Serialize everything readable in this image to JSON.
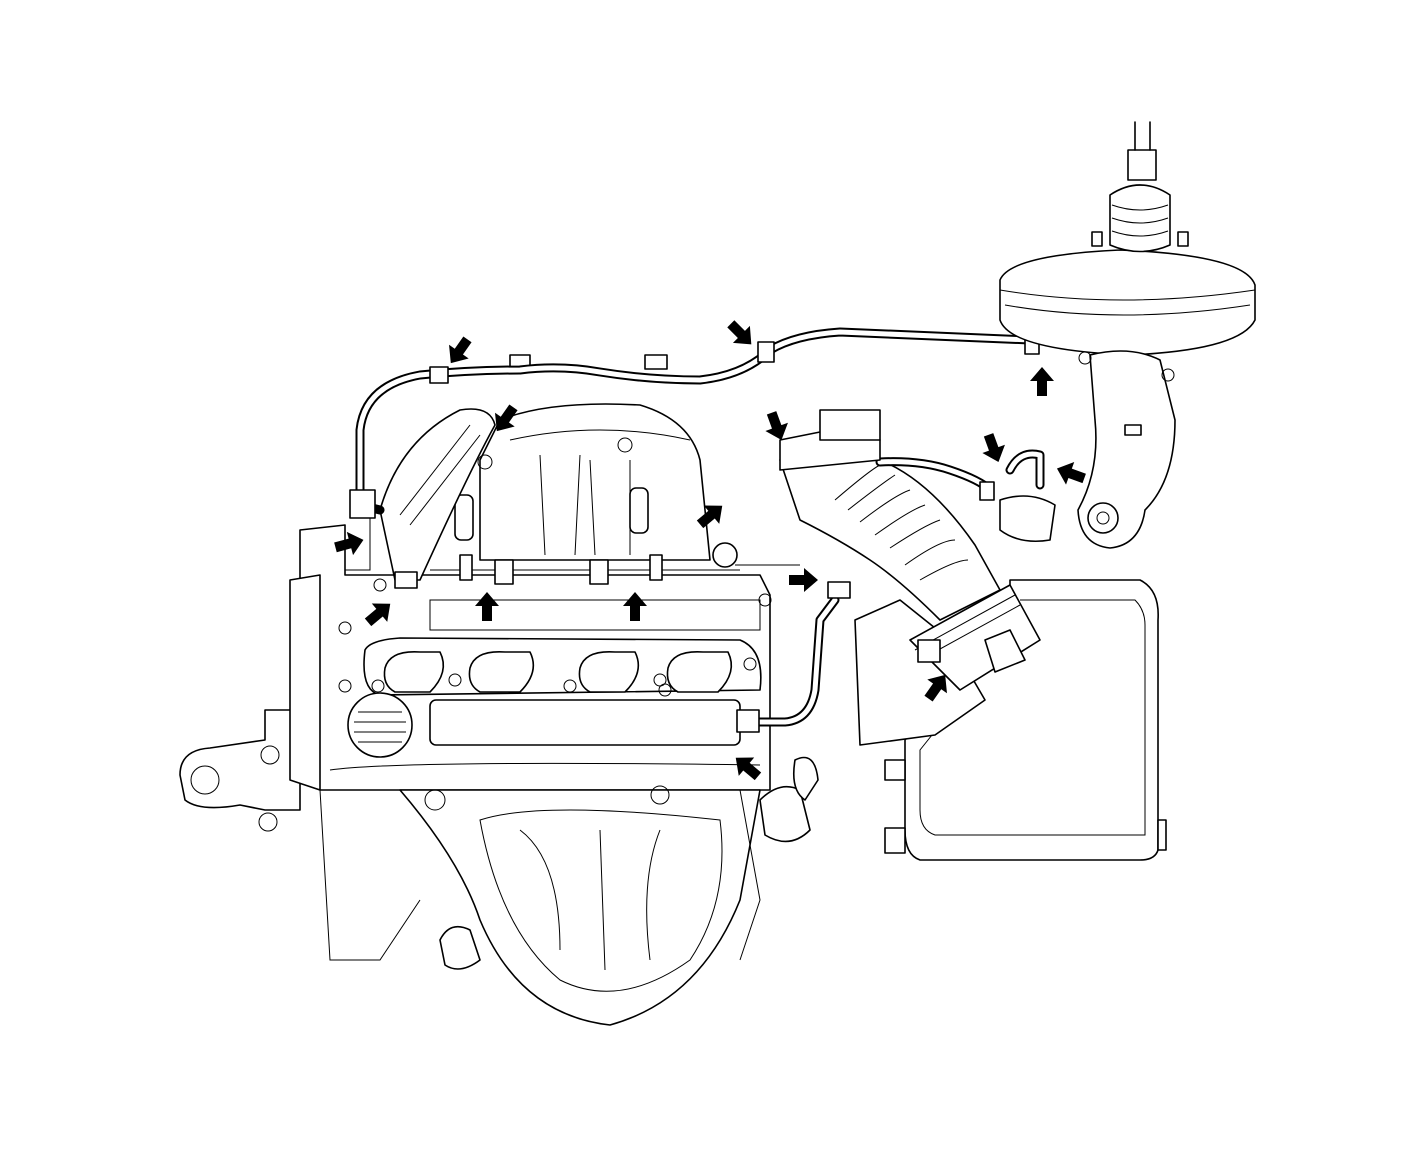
{
  "diagram": {
    "subject": "",
    "colors": {
      "line": "#000000",
      "background": "#ffffff",
      "arrow": "#000000"
    },
    "arrows": [
      {
        "icon": "arrow-down-left"
      },
      {
        "icon": "arrow-down-right"
      },
      {
        "icon": "arrow-down-left"
      },
      {
        "icon": "arrow-down"
      },
      {
        "icon": "arrow-down"
      },
      {
        "icon": "arrow-left"
      },
      {
        "icon": "arrow-right"
      },
      {
        "icon": "arrow-up-right"
      },
      {
        "icon": "arrow-up"
      },
      {
        "icon": "arrow-up"
      },
      {
        "icon": "arrow-up-right"
      },
      {
        "icon": "arrow-right"
      },
      {
        "icon": "arrow-up"
      },
      {
        "icon": "arrow-up-right"
      },
      {
        "icon": "arrow-up-left"
      }
    ]
  }
}
